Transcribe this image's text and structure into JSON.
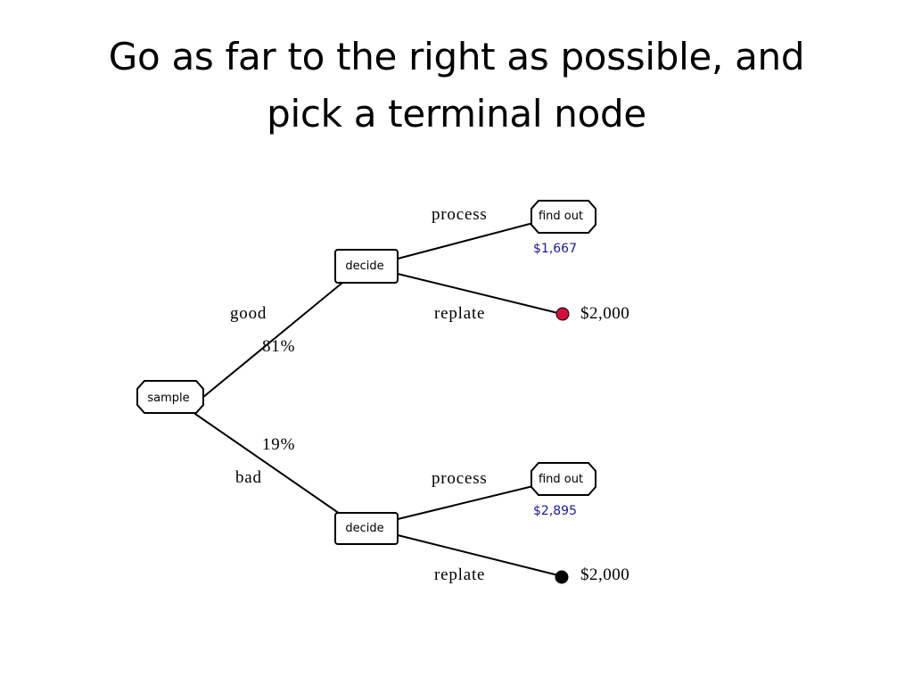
{
  "slide": {
    "title_line1": "Go as far to the right as possible, and",
    "title_line2": "pick a terminal node"
  },
  "tree": {
    "root": {
      "label": "sample"
    },
    "branches": [
      {
        "label": "good",
        "probability": "81%",
        "decision": {
          "label": "decide",
          "options": [
            {
              "label": "process",
              "node_label": "find out",
              "value": "$1,667",
              "node_type": "chance"
            },
            {
              "label": "replate",
              "value": "$2,000",
              "node_type": "terminal",
              "dot_color": "#d0103a",
              "selected": true
            }
          ]
        }
      },
      {
        "label": "bad",
        "probability": "19%",
        "decision": {
          "label": "decide",
          "options": [
            {
              "label": "process",
              "node_label": "find out",
              "value": "$2,895",
              "node_type": "chance"
            },
            {
              "label": "replate",
              "value": "$2,000",
              "node_type": "terminal",
              "dot_color": "#000000",
              "selected": false
            }
          ]
        }
      }
    ]
  },
  "colors": {
    "line": "#000000",
    "value_blue": "#1a1aa0",
    "highlight_dot": "#d0103a",
    "normal_dot": "#000000"
  }
}
